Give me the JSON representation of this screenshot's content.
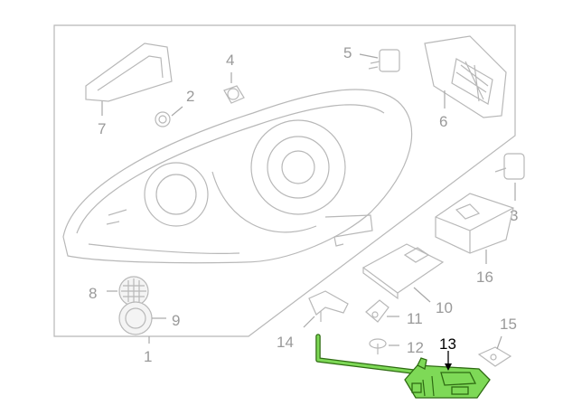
{
  "diagram": {
    "callouts": [
      {
        "id": "1",
        "label": "1"
      },
      {
        "id": "2",
        "label": "2"
      },
      {
        "id": "3",
        "label": "3"
      },
      {
        "id": "4",
        "label": "4"
      },
      {
        "id": "5",
        "label": "5"
      },
      {
        "id": "6",
        "label": "6"
      },
      {
        "id": "7",
        "label": "7"
      },
      {
        "id": "8",
        "label": "8"
      },
      {
        "id": "9",
        "label": "9"
      },
      {
        "id": "10",
        "label": "10"
      },
      {
        "id": "11",
        "label": "11"
      },
      {
        "id": "12",
        "label": "12"
      },
      {
        "id": "13",
        "label": "13",
        "highlighted": true
      },
      {
        "id": "14",
        "label": "14"
      },
      {
        "id": "15",
        "label": "15"
      },
      {
        "id": "16",
        "label": "16"
      }
    ],
    "colors": {
      "highlight_fill": "#7ed957",
      "highlight_stroke": "#2e6b12",
      "ghost_line": "#b8b8b8",
      "callout_text": "#9a9a9a",
      "highlight_text": "#000000"
    }
  }
}
